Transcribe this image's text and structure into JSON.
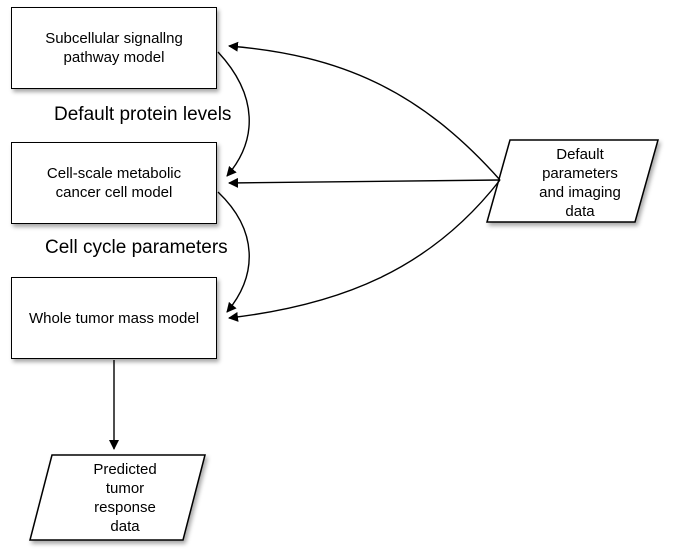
{
  "boxes": {
    "subcellular": [
      "Subcellular signallng",
      "pathway model"
    ],
    "cellscale": [
      "Cell-scale metabolic",
      "cancer cell model"
    ],
    "tumor": [
      "Whole tumor mass model"
    ]
  },
  "edge_labels": {
    "protein": "Default protein levels",
    "cycle": "Cell cycle parameters"
  },
  "inputs": {
    "default": [
      "Default",
      "parameters",
      "and imaging",
      "data"
    ]
  },
  "outputs": {
    "predicted": [
      "Predicted",
      "tumor",
      "response",
      "data"
    ]
  }
}
